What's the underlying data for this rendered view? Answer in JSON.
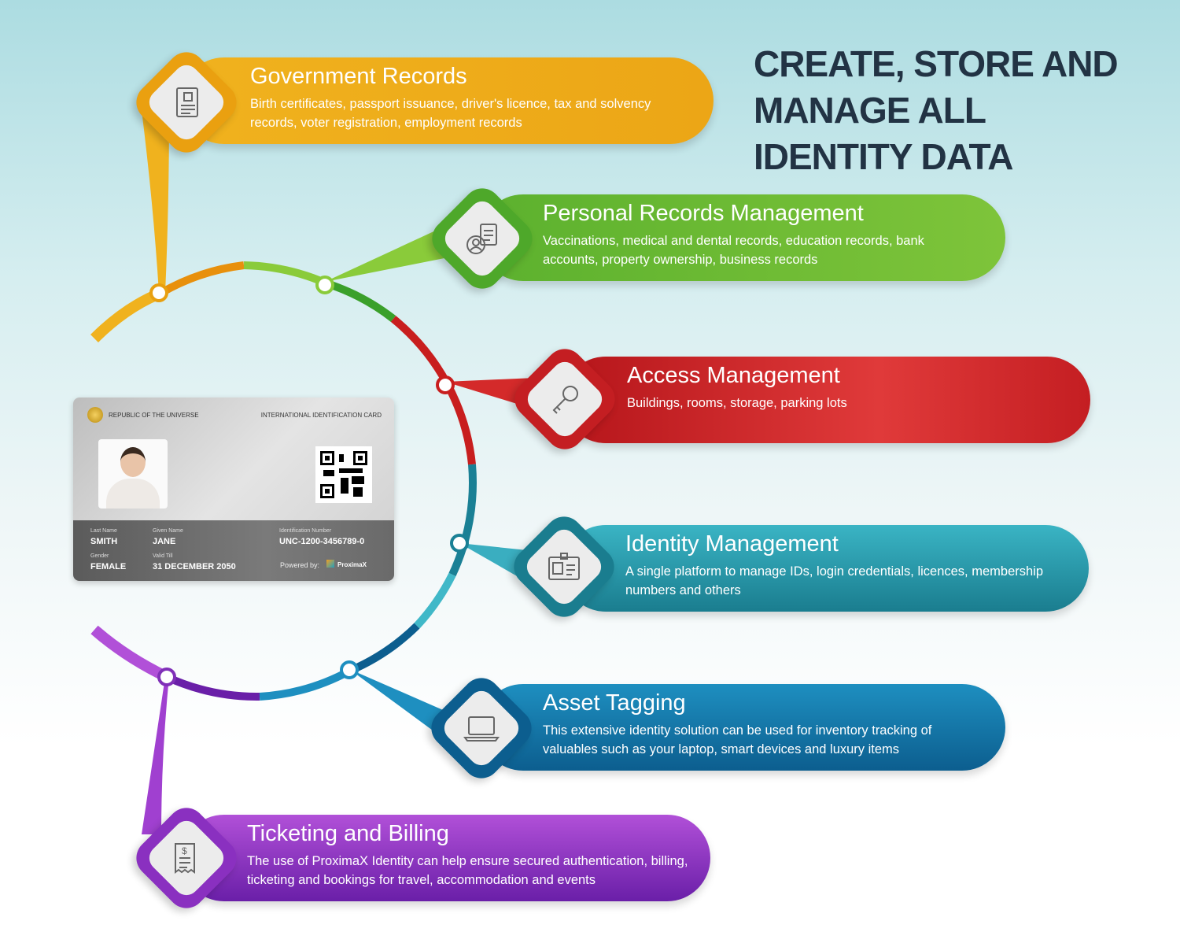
{
  "headline": [
    "CREATE, STORE AND",
    "MANAGE ALL",
    "IDENTITY DATA"
  ],
  "items": [
    {
      "title": "Government Records",
      "desc": "Birth certificates, passport issuance, driver's licence, tax and solvency records, voter registration, employment records",
      "icon": "document-icon",
      "color": "#f0a818"
    },
    {
      "title": "Personal Records Management",
      "desc": "Vaccinations, medical and dental records, education records, bank accounts, property ownership, business records",
      "icon": "personal-records-icon",
      "color": "#6cbb32"
    },
    {
      "title": "Access Management",
      "desc": "Buildings, rooms, storage, parking lots",
      "icon": "key-icon",
      "color": "#d42a2a"
    },
    {
      "title": "Identity Management",
      "desc": "A single platform to manage IDs, login credentials, licences, membership numbers and others",
      "icon": "id-badge-icon",
      "color": "#2a9aaa"
    },
    {
      "title": "Asset Tagging",
      "desc": "This extensive identity solution can be used for inventory tracking of valuables such as your laptop, smart devices and luxury items",
      "icon": "laptop-icon",
      "color": "#1478a8"
    },
    {
      "title": "Ticketing and Billing",
      "desc": "The use of ProximaX Identity can help ensure secured authentication, billing, ticketing and bookings for travel, accommodation and events",
      "icon": "receipt-icon",
      "color": "#9a3cc8"
    }
  ],
  "card": {
    "issuer": "REPUBLIC OF THE UNIVERSE",
    "type": "INTERNATIONAL IDENTIFICATION CARD",
    "last_name_label": "Last Name",
    "last_name": "SMITH",
    "given_name_label": "Given Name",
    "given_name": "JANE",
    "id_label": "Identification Number",
    "id": "UNC-1200-3456789-0",
    "gender_label": "Gender",
    "gender": "FEMALE",
    "valid_label": "Valid Till",
    "valid": "31 DECEMBER 2050",
    "powered": "Powered by:",
    "brand": "ProximaX"
  }
}
